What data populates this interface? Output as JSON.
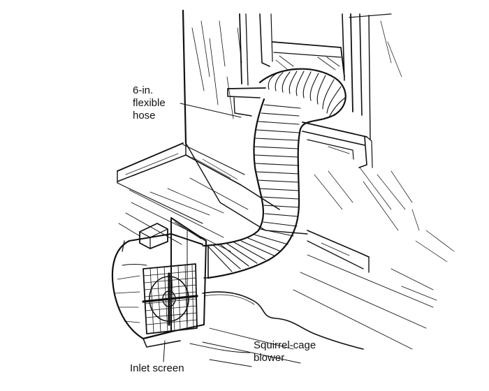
{
  "labels": {
    "hose": "6-in.\nflexible\nhose",
    "blower": "Squirrel-cage\nblower",
    "inlet_screen": "Inlet screen"
  },
  "colors": {
    "ink": "#111111",
    "paper": "#ffffff"
  }
}
